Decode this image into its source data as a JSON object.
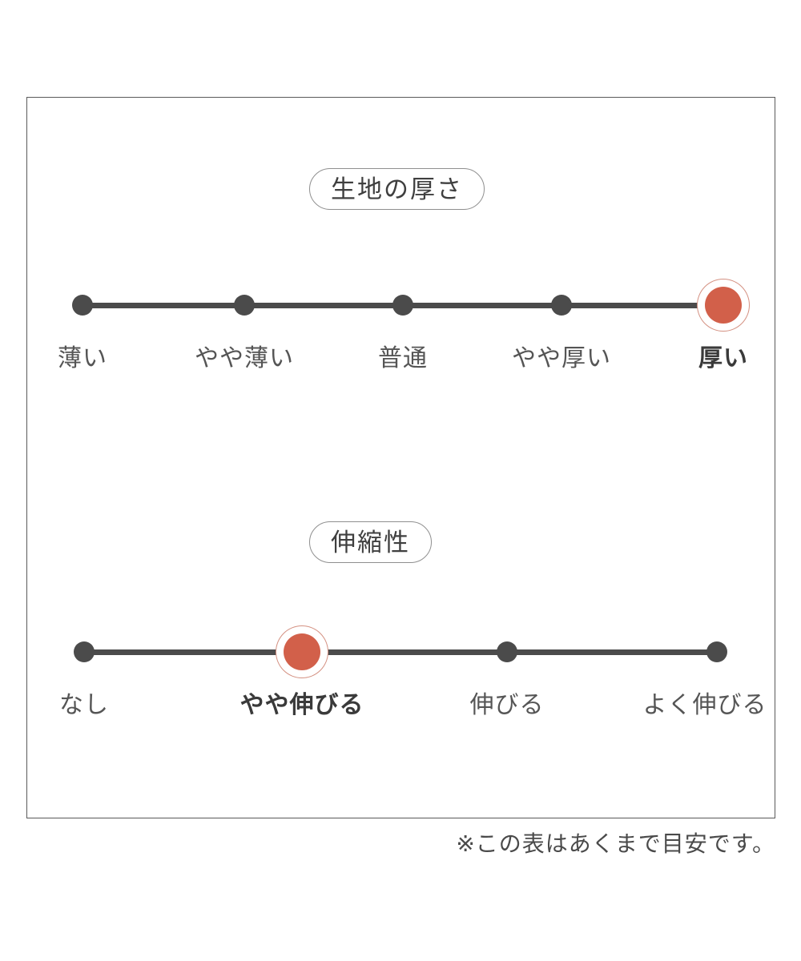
{
  "footnote": "※この表はあくまで目安です。",
  "colors": {
    "selected_dot": "#d2604a",
    "selected_ring": "#d49182",
    "dot": "#4b4b4b",
    "track": "#4b4b4b",
    "frame_border": "#5a5a5a",
    "badge_border": "#8f8f8f",
    "label": "#555555",
    "label_active": "#3a3a3a"
  },
  "chart_data": {
    "type": "scale",
    "title": "",
    "scales": [
      {
        "id": "thickness",
        "badge_label": "生地の厚さ",
        "categories": [
          "薄い",
          "やや薄い",
          "普通",
          "やや厚い",
          "厚い"
        ],
        "selected_index": 4,
        "selected_value": "厚い",
        "steps": 5
      },
      {
        "id": "stretch",
        "badge_label": "伸縮性",
        "categories": [
          "なし",
          "やや伸びる",
          "伸びる",
          "よく伸びる"
        ],
        "selected_index": 1,
        "selected_value": "やや伸びる",
        "steps": 4
      }
    ]
  },
  "scale_thickness": {
    "badge_label": "生地の厚さ",
    "labels": {
      "0": "薄い",
      "1": "やや薄い",
      "2": "普通",
      "3": "やや厚い",
      "4": "厚い"
    }
  },
  "scale_stretch": {
    "badge_label": "伸縮性",
    "labels": {
      "0": "なし",
      "1": "やや伸びる",
      "2": "伸びる",
      "3": "よく伸びる"
    }
  }
}
